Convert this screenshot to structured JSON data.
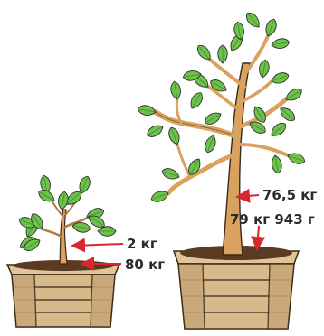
{
  "scene": {
    "small_tree": {
      "tree_mass": "2 кг",
      "soil_mass": "80 кг"
    },
    "big_tree": {
      "tree_mass": "76,5 кг",
      "soil_mass": "79 кг 943 г"
    },
    "colors": {
      "leaf": "#6cc24a",
      "leaf_dark": "#3f8f2a",
      "trunk": "#d9a35f",
      "trunk_shade": "#b07b3c",
      "pot": "#d8b98a",
      "pot_dark": "#b8956a",
      "soil": "#5a3a22",
      "arrow": "#d9262c"
    }
  }
}
